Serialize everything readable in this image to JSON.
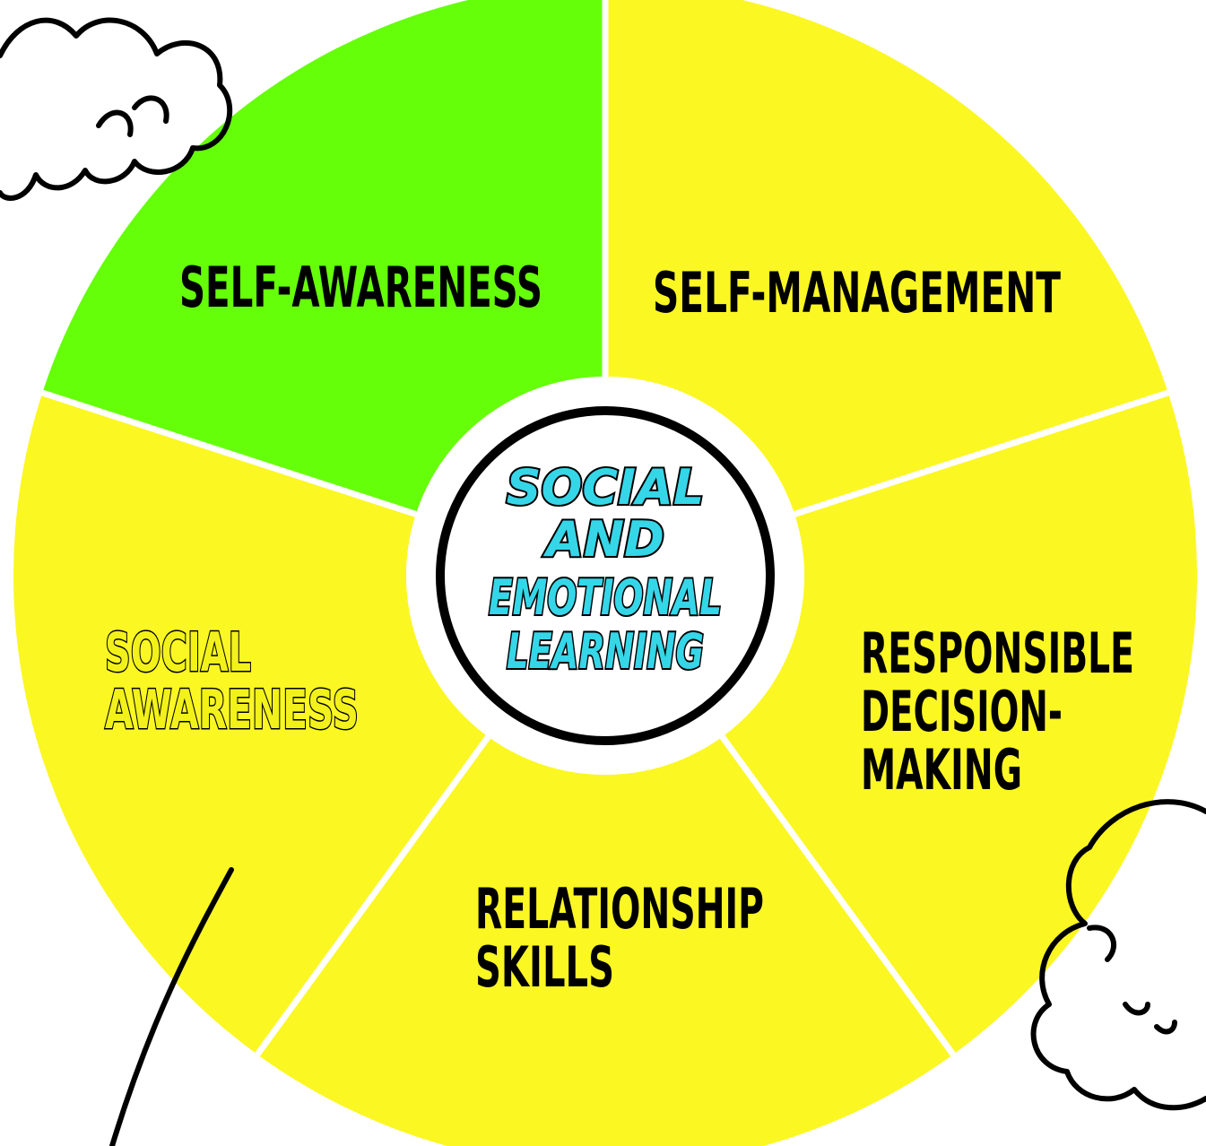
{
  "diagram": {
    "type": "wheel",
    "center": {
      "lines": [
        "SOCIAL",
        "AND",
        "EMOTIONAL",
        "LEARNING"
      ],
      "fill_color": "#35d6e8"
    },
    "segments": [
      {
        "lines": [
          "SELF-AWARENESS"
        ],
        "fill": "#fbf723",
        "highlighted": false
      },
      {
        "lines": [
          "SELF-MANAGEMENT"
        ],
        "fill": "#fbf723",
        "highlighted": false
      },
      {
        "lines": [
          "RESPONSIBLE",
          "DECISION-",
          "MAKING"
        ],
        "fill": "#fbf723",
        "highlighted": false
      },
      {
        "lines": [
          "RELATIONSHIP",
          "SKILLS"
        ],
        "fill": "#fbf723",
        "highlighted": false
      },
      {
        "lines": [
          "SOCIAL",
          "AWARENESS"
        ],
        "fill": "#66ff0a",
        "highlighted": true
      }
    ],
    "colors": {
      "segment_yellow": "#fbf723",
      "segment_green": "#66ff0a",
      "divider": "#ffffff",
      "center_ring": "#000000"
    }
  }
}
